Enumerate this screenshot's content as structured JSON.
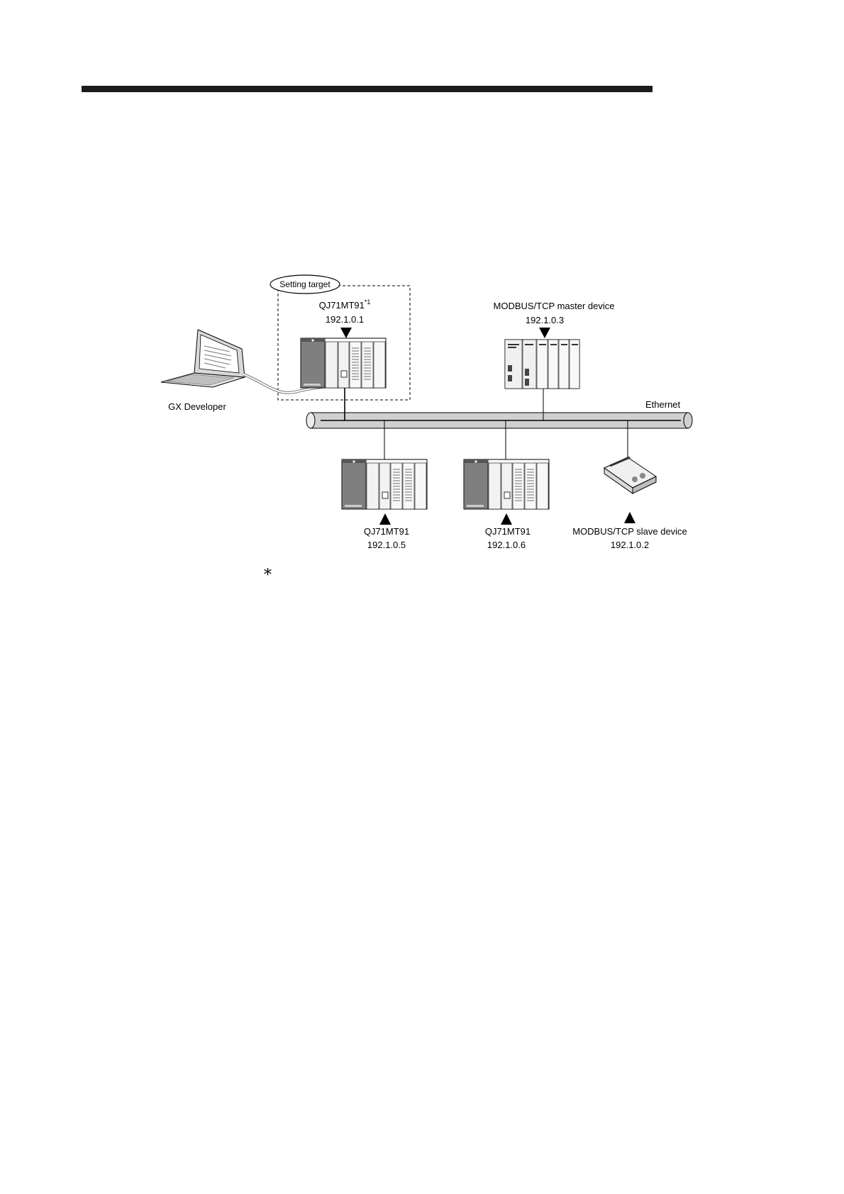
{
  "callout": {
    "label": "Setting target"
  },
  "target_module": {
    "model": "QJ71MT91",
    "footnote_ref": "*1",
    "ip": "192.1.0.1"
  },
  "gx_developer": {
    "label": "GX Developer"
  },
  "master_device": {
    "name": "MODBUS/TCP master device",
    "ip": "192.1.0.3"
  },
  "network": {
    "label": "Ethernet"
  },
  "station_5": {
    "model": "QJ71MT91",
    "ip": "192.1.0.5"
  },
  "station_6": {
    "model": "QJ71MT91",
    "ip": "192.1.0.6"
  },
  "slave_device": {
    "name": "MODBUS/TCP slave device",
    "ip": "192.1.0.2"
  },
  "footnote": {
    "mark": "*"
  },
  "colors": {
    "ink": "#000000",
    "module_dark": "#7a7a7a",
    "module_light": "#e6e6e6",
    "cable": "#cfcfcf",
    "rule": "#1c1c1c"
  }
}
